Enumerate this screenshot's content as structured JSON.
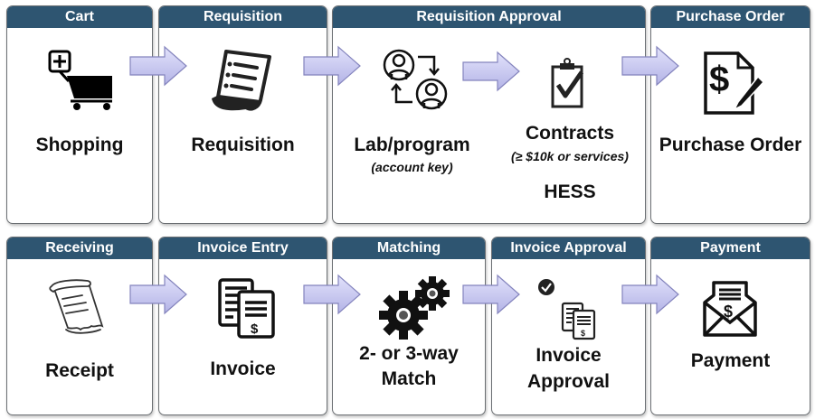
{
  "title": "Procure-to-Pay Process",
  "colors": {
    "header": "#2e5571",
    "arrow_fill": "#c9c9f0",
    "arrow_stroke": "#7f7fb8"
  },
  "row1": [
    {
      "header": "Cart",
      "label": "Shopping",
      "icon": "shopping-cart-add-icon"
    },
    {
      "header": "Requisition",
      "label": "Requisition",
      "icon": "document-list-icon"
    },
    {
      "header": "Requisition Approval",
      "steps": [
        {
          "label": "Lab/program",
          "sublabel": "(account key)",
          "icon": "user-exchange-icon"
        },
        {
          "label": "Contracts",
          "sublabel": "(≥ $10k or services)",
          "extra": "HESS",
          "icon": "clipboard-check-icon"
        }
      ]
    },
    {
      "header": "Purchase Order",
      "label": "Purchase Order",
      "icon": "dollar-document-pen-icon"
    }
  ],
  "row2": [
    {
      "header": "Receiving",
      "label": "Receipt",
      "icon": "receipt-icon"
    },
    {
      "header": "Invoice Entry",
      "label": "Invoice",
      "icon": "invoice-icon"
    },
    {
      "header": "Matching",
      "label_line1": "2- or 3-way",
      "label_line2": "Match",
      "icon": "gears-icon"
    },
    {
      "header": "Invoice Approval",
      "label_line1": "Invoice",
      "label_line2": "Approval",
      "icon": "invoice-approved-icon"
    },
    {
      "header": "Payment",
      "label": "Payment",
      "icon": "payment-envelope-icon"
    }
  ]
}
